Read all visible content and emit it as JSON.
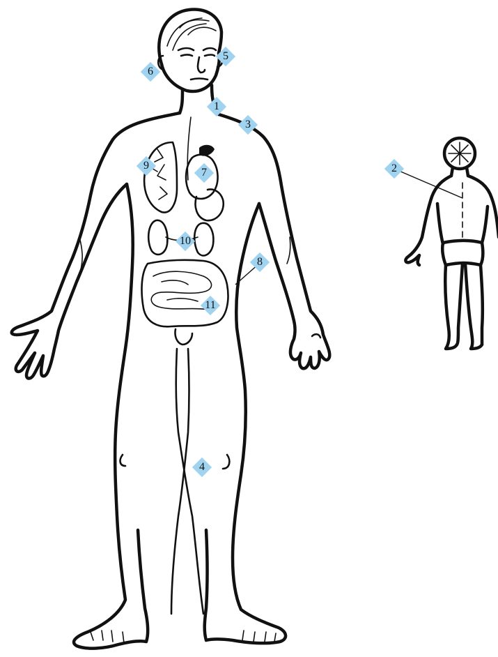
{
  "colors": {
    "marker": "#9fd3f0",
    "ink": "#111111",
    "background": "#ffffff"
  },
  "markers": [
    {
      "id": "1",
      "label": "1"
    },
    {
      "id": "2",
      "label": "2"
    },
    {
      "id": "3",
      "label": "3"
    },
    {
      "id": "4",
      "label": "4"
    },
    {
      "id": "5",
      "label": "5"
    },
    {
      "id": "6",
      "label": "6"
    },
    {
      "id": "7",
      "label": "7"
    },
    {
      "id": "8",
      "label": "8"
    },
    {
      "id": "9",
      "label": "9"
    },
    {
      "id": "10",
      "label": "10"
    },
    {
      "id": "11",
      "label": "11"
    }
  ]
}
